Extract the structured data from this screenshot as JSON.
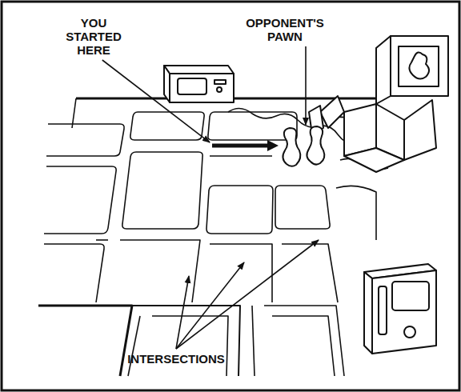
{
  "diagram": {
    "labels": [
      "YOU STARTED HERE",
      "OPPONENT'S PAWN",
      "INTERSECTIONS"
    ]
  }
}
